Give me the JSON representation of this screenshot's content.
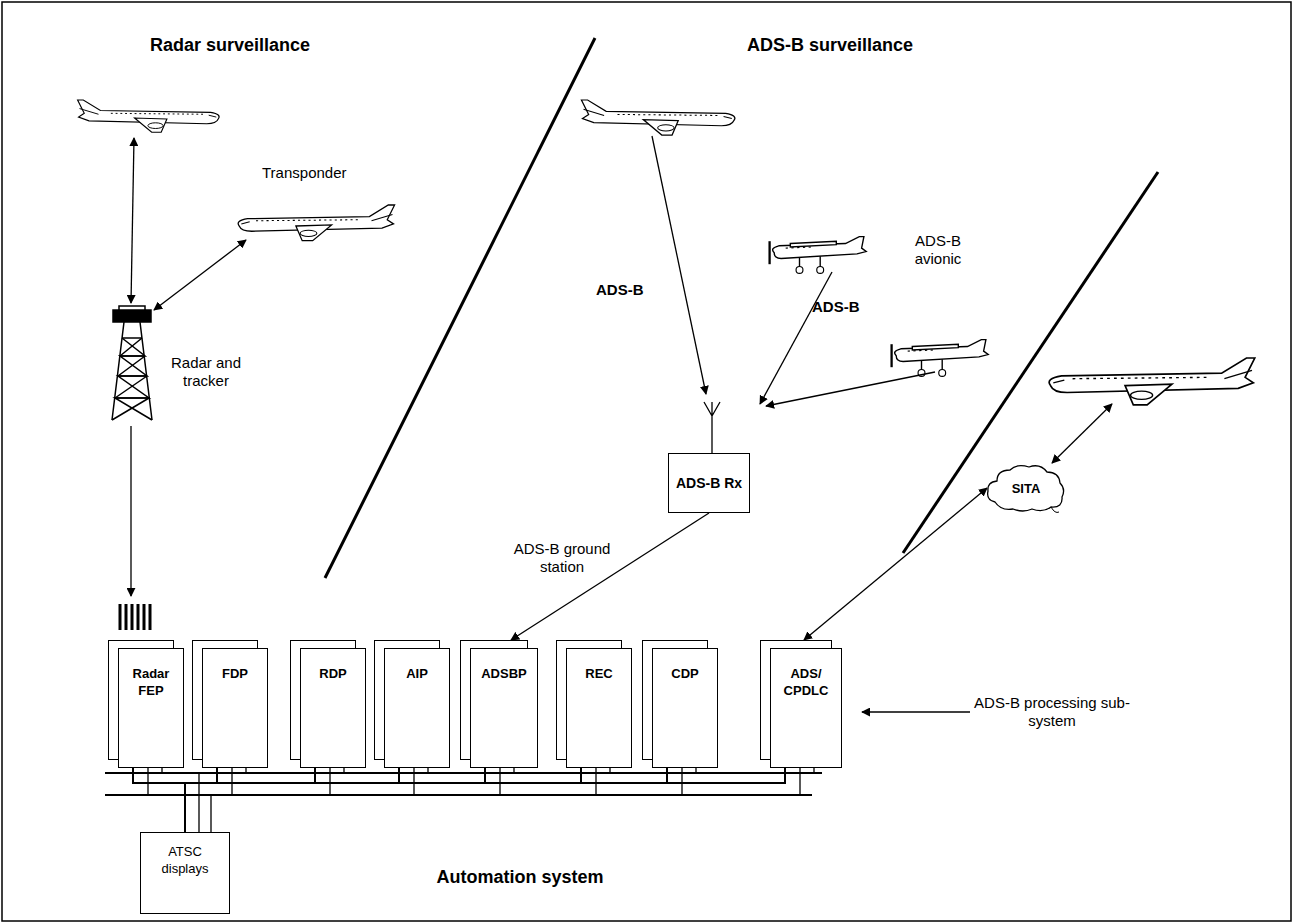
{
  "diagram": {
    "nodes": [
      {
        "text": [
          "ADS-B Rx"
        ]
      },
      {
        "text": [
          "SITA"
        ]
      },
      {
        "text": [
          "Radar FEP"
        ]
      },
      {
        "text": [
          "FDP"
        ]
      },
      {
        "text": [
          "RDP"
        ]
      },
      {
        "text": [
          "AIP"
        ]
      },
      {
        "text": [
          "ADSBP"
        ]
      },
      {
        "text": [
          "REC"
        ]
      },
      {
        "text": [
          "CDP"
        ]
      },
      {
        "text": [
          "ADS/ CPDLC"
        ]
      },
      {
        "text": [
          "ATSC displays"
        ]
      }
    ],
    "edges": [
      {
        "from": 0,
        "to": 6,
        "arrow": "to"
      },
      {
        "from": 1,
        "to": 9,
        "arrow": "both"
      },
      {
        "from": 2,
        "to": 10,
        "arrow": "none"
      },
      {
        "from": 3,
        "to": 10,
        "arrow": "none"
      },
      {
        "from": 4,
        "to": 10,
        "arrow": "none"
      },
      {
        "from": 5,
        "to": 10,
        "arrow": "none"
      },
      {
        "from": 6,
        "to": 10,
        "arrow": "none"
      },
      {
        "from": 7,
        "to": 10,
        "arrow": "none"
      },
      {
        "from": 8,
        "to": 10,
        "arrow": "none"
      },
      {
        "from": 9,
        "to": 10,
        "arrow": "none"
      }
    ],
    "labels": [
      "Radar surveillance",
      "ADS-B surveillance",
      "Transponder",
      "Radar and tracker",
      "ADS-B",
      "ADS-B",
      "ADS-B avionic",
      "ADS-B ground station",
      "ADS-B processing sub-system",
      "Automation system"
    ]
  }
}
